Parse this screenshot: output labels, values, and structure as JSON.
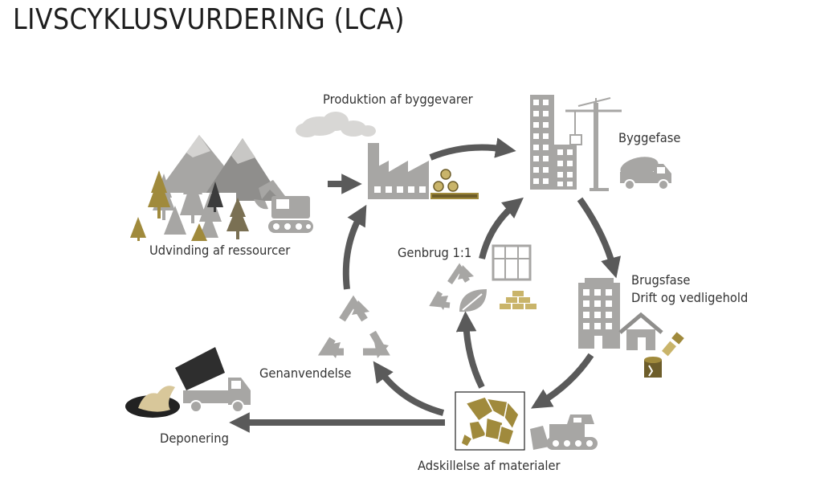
{
  "title": "LIVSCYKLUSVURDERING (LCA)",
  "stages": {
    "extraction": "Udvinding af ressourcer",
    "production": "Produktion af byggevarer",
    "construction": "Byggefase",
    "use_line1": "Brugsfase",
    "use_line2": "Drift og vedligehold",
    "separation": "Adskillelse af materialer",
    "recycling": "Genanvendelse",
    "reuse": "Genbrug 1:1",
    "landfill": "Deponering"
  },
  "colors": {
    "arrow": "#5a5a5a",
    "gray": "#a7a6a4",
    "gold": "#a08a3c",
    "darkgold": "#6d5d2a",
    "sand": "#d8c79a",
    "dark": "#3c3c3c"
  }
}
